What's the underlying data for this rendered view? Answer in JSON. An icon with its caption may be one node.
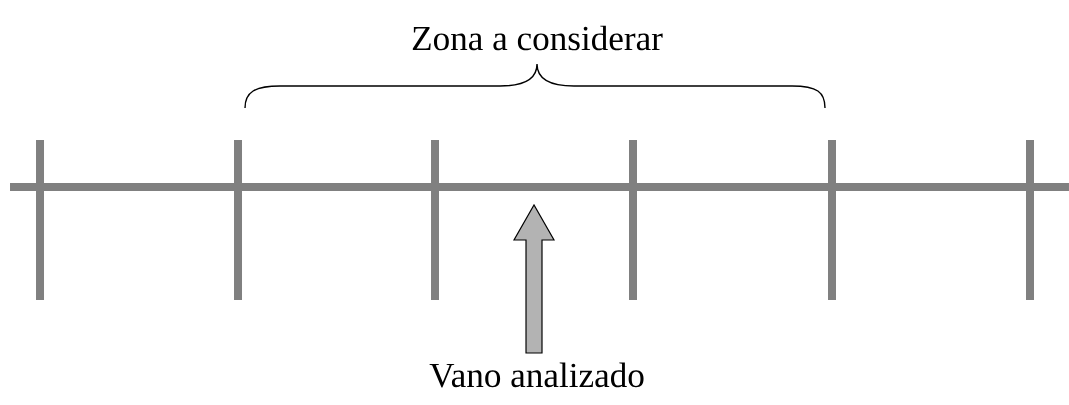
{
  "diagram": {
    "nodes": [
      {
        "text": [
          "Vano analizado"
        ]
      },
      {
        "text": [],
        "shape": "bar"
      }
    ],
    "edges": [
      {
        "from": 0,
        "to": 1,
        "arrow": "to"
      }
    ],
    "labels": [
      "Zona a considerar"
    ]
  }
}
